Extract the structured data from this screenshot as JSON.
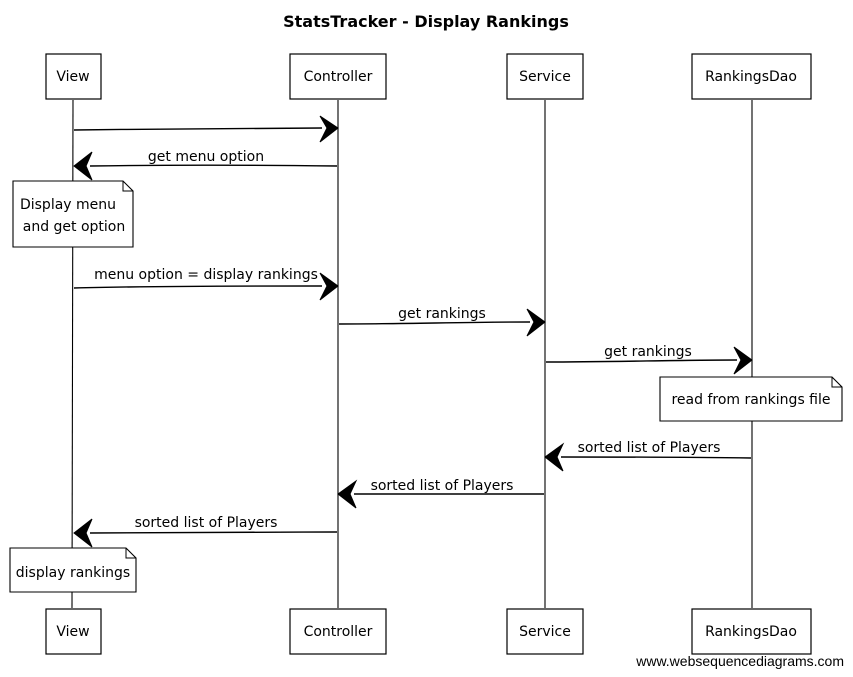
{
  "title": "StatsTracker - Display Rankings",
  "participants": [
    {
      "id": "view",
      "label": "View"
    },
    {
      "id": "controller",
      "label": "Controller"
    },
    {
      "id": "service",
      "label": "Service"
    },
    {
      "id": "dao",
      "label": "RankingsDao"
    }
  ],
  "messages": [
    {
      "from": "view",
      "to": "controller",
      "label": ""
    },
    {
      "from": "controller",
      "to": "view",
      "label": "get menu option"
    },
    {
      "from": "view",
      "to": "controller",
      "label": "menu option = display rankings"
    },
    {
      "from": "controller",
      "to": "service",
      "label": "get rankings"
    },
    {
      "from": "service",
      "to": "dao",
      "label": "get rankings"
    },
    {
      "from": "dao",
      "to": "service",
      "label": "sorted list of Players"
    },
    {
      "from": "service",
      "to": "controller",
      "label": "sorted list of Players"
    },
    {
      "from": "controller",
      "to": "view",
      "label": "sorted list of Players"
    }
  ],
  "notes": [
    {
      "over": "view",
      "lines": [
        "Display menu",
        "and get option"
      ]
    },
    {
      "over": "dao",
      "lines": [
        "read from rankings file"
      ]
    },
    {
      "over": "view",
      "lines": [
        "display rankings"
      ]
    }
  ],
  "watermark": "www.websequencediagrams.com"
}
